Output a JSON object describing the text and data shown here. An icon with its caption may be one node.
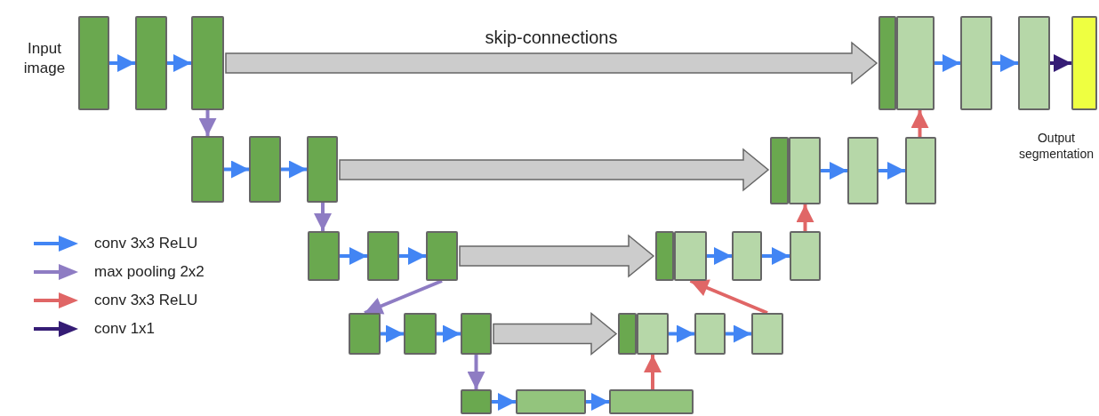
{
  "diagram": {
    "nodes": [
      {
        "text": [],
        "shape": "box"
      },
      {
        "text": [],
        "shape": "box"
      },
      {
        "text": [],
        "shape": "box"
      },
      {
        "text": [],
        "shape": "box"
      },
      {
        "text": [],
        "shape": "box"
      },
      {
        "text": [],
        "shape": "box"
      },
      {
        "text": [],
        "shape": "box"
      },
      {
        "text": [],
        "shape": "box"
      },
      {
        "text": [],
        "shape": "box"
      },
      {
        "text": [],
        "shape": "box"
      },
      {
        "text": [],
        "shape": "box"
      },
      {
        "text": [],
        "shape": "box"
      },
      {
        "text": [],
        "shape": "box"
      },
      {
        "text": [],
        "shape": "box"
      },
      {
        "text": [],
        "shape": "box"
      },
      {
        "text": [],
        "shape": "box"
      },
      {
        "text": [],
        "shape": "box"
      },
      {
        "text": [],
        "shape": "box"
      },
      {
        "text": [],
        "shape": "box"
      },
      {
        "text": [],
        "shape": "box"
      },
      {
        "text": [],
        "shape": "box"
      },
      {
        "text": [],
        "shape": "box"
      },
      {
        "text": [],
        "shape": "box"
      },
      {
        "text": [],
        "shape": "box"
      },
      {
        "text": [],
        "shape": "box"
      },
      {
        "text": [],
        "shape": "box"
      },
      {
        "text": [],
        "shape": "box"
      },
      {
        "text": [],
        "shape": "box"
      },
      {
        "text": [],
        "shape": "box"
      },
      {
        "text": [],
        "shape": "box"
      },
      {
        "text": [],
        "shape": "box"
      },
      {
        "text": [],
        "shape": "box"
      }
    ],
    "edges": [
      {
        "from": 0,
        "to": 1,
        "arrow": "to"
      },
      {
        "from": 1,
        "to": 2,
        "arrow": "to"
      },
      {
        "from": 2,
        "to": 3,
        "arrow": "to",
        "label": "skip-connections",
        "style": "thick",
        "color": "#cccccc"
      },
      {
        "from": 4,
        "to": 5,
        "arrow": "to"
      },
      {
        "from": 5,
        "to": 6,
        "arrow": "to"
      },
      {
        "from": 6,
        "to": 7,
        "arrow": "to",
        "color": "#351c75"
      },
      {
        "from": 2,
        "to": 8,
        "arrow": "to",
        "color": "#8e7cc3"
      },
      {
        "from": 8,
        "to": 9,
        "arrow": "to"
      },
      {
        "from": 9,
        "to": 10,
        "arrow": "to"
      },
      {
        "from": 10,
        "to": 11,
        "arrow": "to",
        "style": "thick",
        "color": "#cccccc"
      },
      {
        "from": 12,
        "to": 13,
        "arrow": "to"
      },
      {
        "from": 13,
        "to": 14,
        "arrow": "to"
      },
      {
        "from": 14,
        "to": 4,
        "arrow": "to",
        "color": "#e06666"
      },
      {
        "from": 10,
        "to": 15,
        "arrow": "to",
        "color": "#8e7cc3"
      },
      {
        "from": 15,
        "to": 16,
        "arrow": "to"
      },
      {
        "from": 16,
        "to": 17,
        "arrow": "to"
      },
      {
        "from": 17,
        "to": 18,
        "arrow": "to",
        "style": "thick",
        "color": "#cccccc"
      },
      {
        "from": 19,
        "to": 20,
        "arrow": "to"
      },
      {
        "from": 20,
        "to": 21,
        "arrow": "to"
      },
      {
        "from": 21,
        "to": 12,
        "arrow": "to",
        "color": "#e06666"
      },
      {
        "from": 17,
        "to": 22,
        "arrow": "to",
        "color": "#8e7cc3"
      },
      {
        "from": 22,
        "to": 23,
        "arrow": "to"
      },
      {
        "from": 23,
        "to": 24,
        "arrow": "to"
      },
      {
        "from": 24,
        "to": 25,
        "arrow": "to",
        "style": "thick",
        "color": "#cccccc"
      },
      {
        "from": 26,
        "to": 27,
        "arrow": "to"
      },
      {
        "from": 27,
        "to": 28,
        "arrow": "to"
      },
      {
        "from": 28,
        "to": 19,
        "arrow": "to",
        "color": "#e06666"
      },
      {
        "from": 24,
        "to": 29,
        "arrow": "to",
        "color": "#8e7cc3"
      },
      {
        "from": 29,
        "to": 30,
        "arrow": "to"
      },
      {
        "from": 30,
        "to": 31,
        "arrow": "to"
      },
      {
        "from": 31,
        "to": 26,
        "arrow": "to",
        "color": "#e06666"
      }
    ],
    "labels": [
      "Input image",
      "Output segmentation"
    ],
    "legend": [
      {
        "text": "conv 3x3 ReLU"
      },
      {
        "text": "max pooling 2x2"
      },
      {
        "text": "conv 3x3 ReLU"
      },
      {
        "text": "conv 1x1"
      }
    ]
  }
}
